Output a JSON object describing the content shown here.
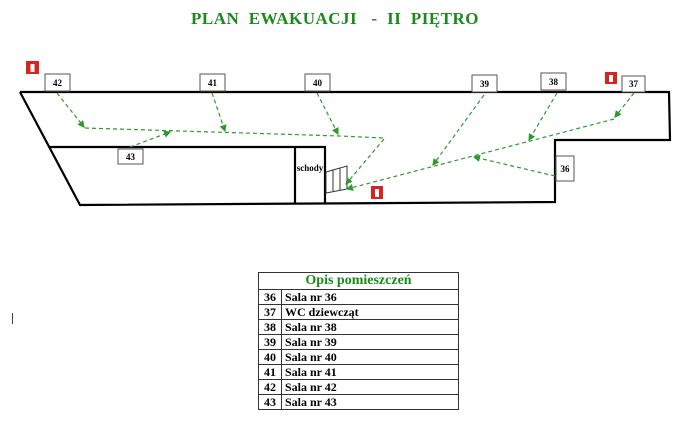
{
  "title": "PLAN  EWAKUACJI   -  II  PIĘTRO",
  "stairs_label": "schody",
  "rooms": [
    "42",
    "41",
    "40",
    "39",
    "38",
    "37",
    "43",
    "36"
  ],
  "legend": {
    "header": "Opis pomieszczeń",
    "rows": [
      {
        "num": "36",
        "desc": "Sala nr 36"
      },
      {
        "num": "37",
        "desc": "WC dziewcząt"
      },
      {
        "num": "38",
        "desc": "Sala nr 38"
      },
      {
        "num": "39",
        "desc": "Sala nr 39"
      },
      {
        "num": "40",
        "desc": "Sala nr 40"
      },
      {
        "num": "41",
        "desc": "Sala nr 41"
      },
      {
        "num": "42",
        "desc": "Sala nr 42"
      },
      {
        "num": "43",
        "desc": "Sala nr 43"
      }
    ]
  },
  "colors": {
    "route": "#2e9a2e",
    "extinguisher": "#d9231f",
    "title": "#1a8a1a"
  }
}
